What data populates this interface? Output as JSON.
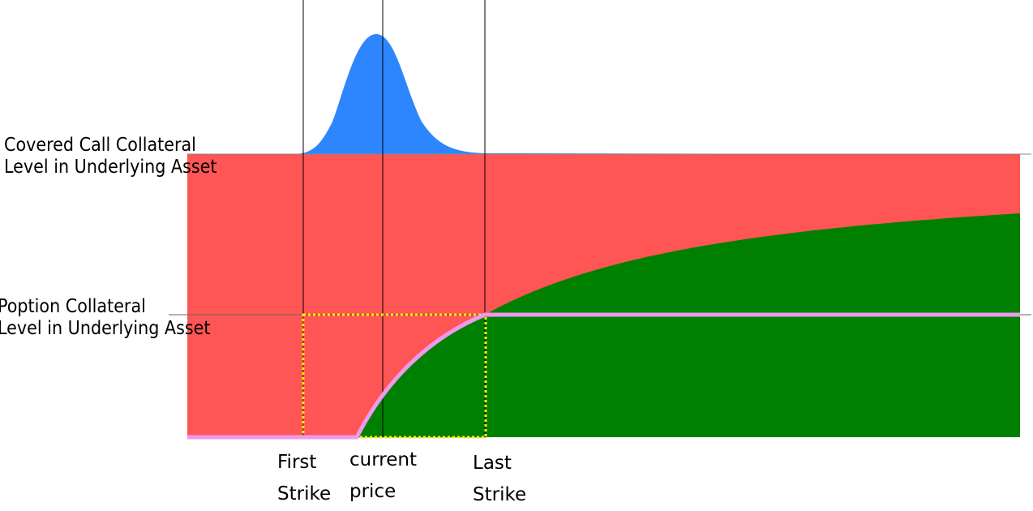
{
  "labels": {
    "covered_call_line1": "Covered Call Collateral",
    "covered_call_line2": "Level in Underlying Asset",
    "poption_line1": "Poption Collateral",
    "poption_line2": "Level in Underlying Asset",
    "first_strike_line1": "First",
    "first_strike_line2": "Strike",
    "current_price_line1": "current",
    "current_price_line2": "price",
    "last_strike_line1": "Last",
    "last_strike_line2": "Strike"
  },
  "colors": {
    "distribution": "#2e86ff",
    "covered_call_region": "#ff5555",
    "poption_region": "#008000",
    "payoff_line": "#ee99ee",
    "strike_box": "#ffee00",
    "reference_lines": "#000000"
  }
}
